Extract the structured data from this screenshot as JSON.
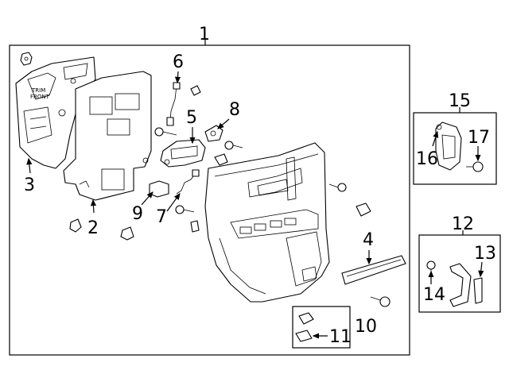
{
  "callouts": {
    "c1": "1",
    "c2": "2",
    "c3": "3",
    "c4": "4",
    "c5": "5",
    "c6": "6",
    "c7": "7",
    "c8": "8",
    "c9": "9",
    "c10": "10",
    "c11": "11",
    "c12": "12",
    "c13": "13",
    "c14": "14",
    "c15": "15",
    "c16": "16",
    "c17": "17"
  },
  "insulator_label": "TRIM\nFRONT"
}
